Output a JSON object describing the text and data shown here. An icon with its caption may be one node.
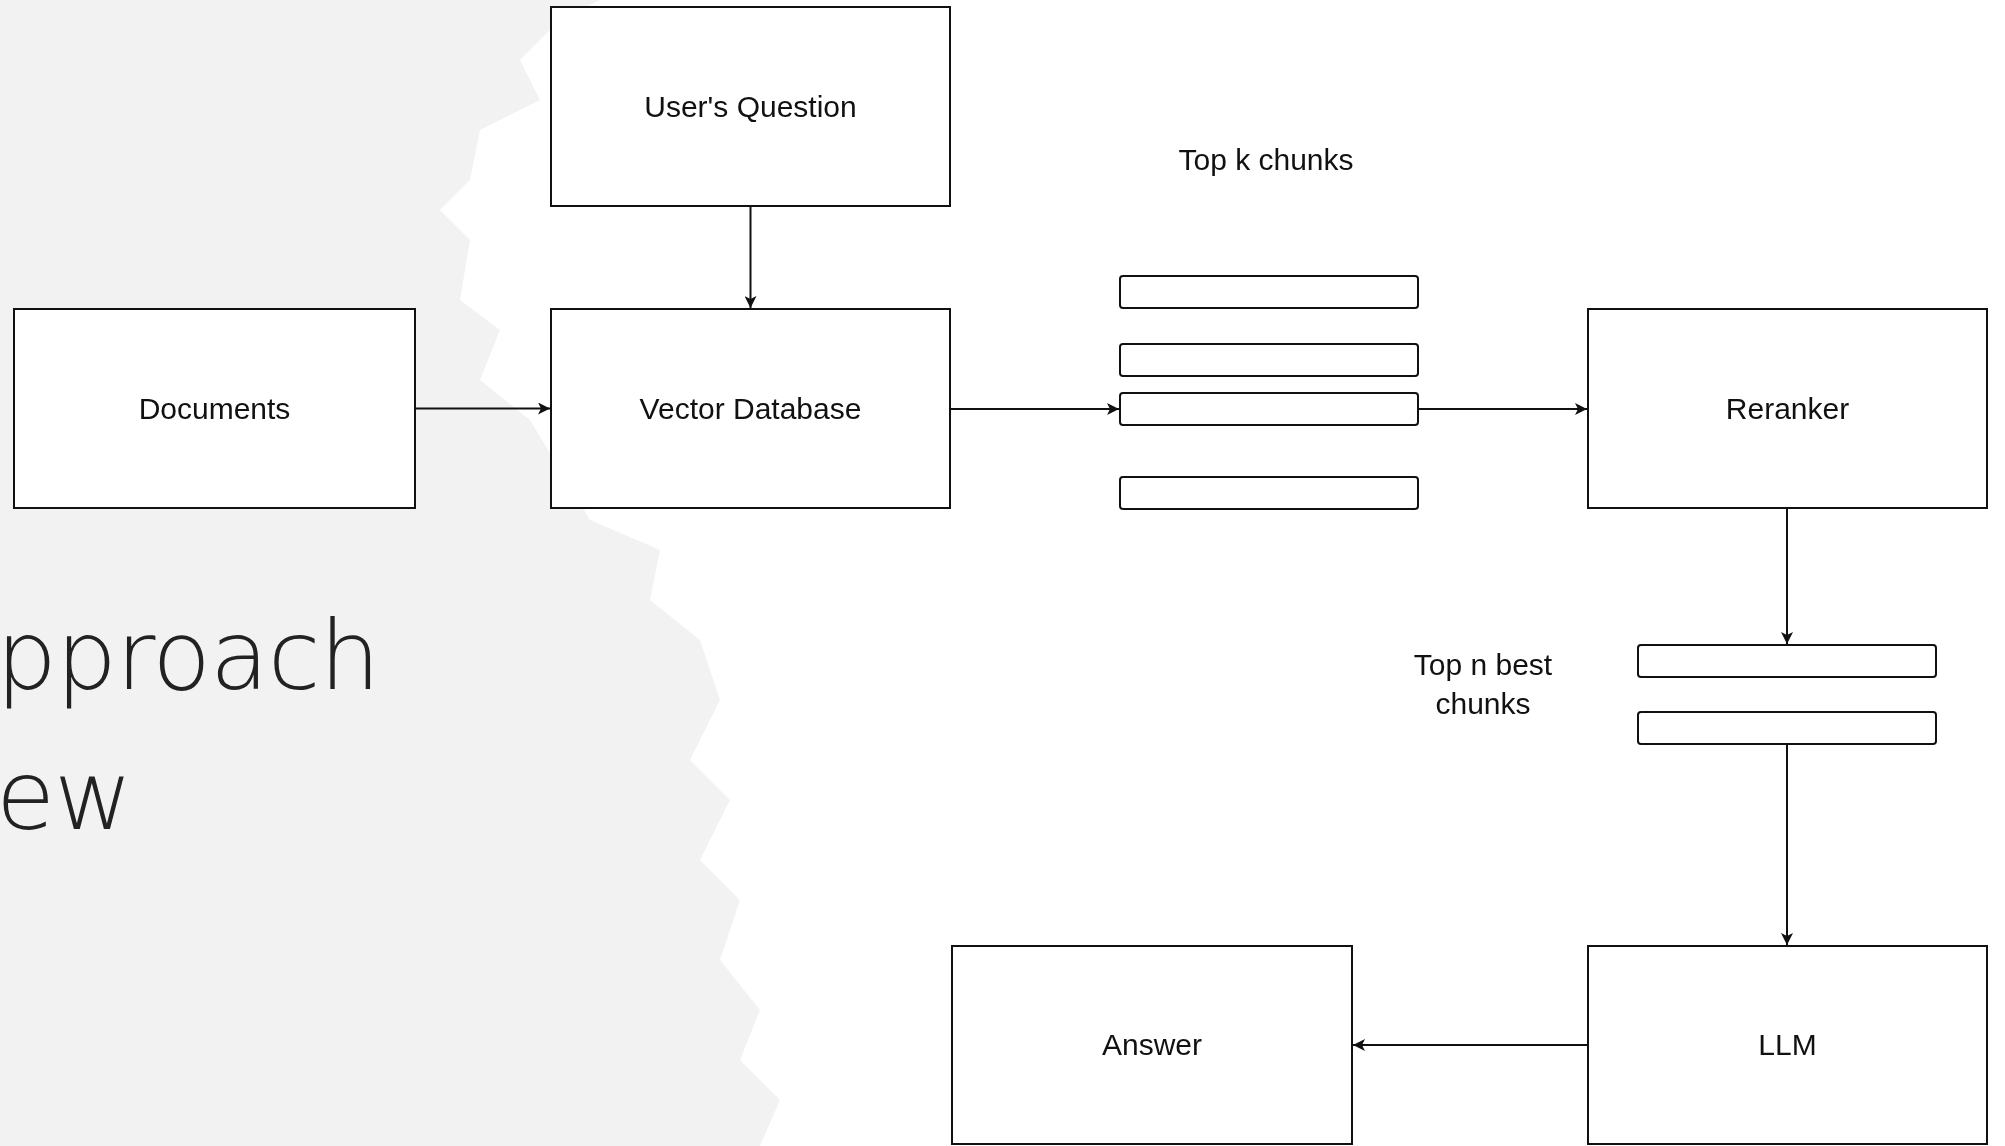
{
  "diagram": {
    "nodes": [
      {
        "text": [
          "User's Question"
        ]
      },
      {
        "text": [
          "Documents"
        ]
      },
      {
        "text": [
          "Vector Database"
        ]
      },
      {
        "text": [],
        "shape": "bar"
      },
      {
        "text": [],
        "shape": "bar"
      },
      {
        "text": [],
        "shape": "bar"
      },
      {
        "text": [],
        "shape": "bar"
      },
      {
        "text": [
          "Reranker"
        ]
      },
      {
        "text": [],
        "shape": "bar"
      },
      {
        "text": [],
        "shape": "bar"
      },
      {
        "text": [
          "Answer"
        ]
      },
      {
        "text": [
          "LLM"
        ]
      }
    ],
    "edges": [
      {
        "from": 0,
        "to": 2,
        "arrow": "to"
      },
      {
        "from": 1,
        "to": 2,
        "arrow": "to"
      },
      {
        "from": 2,
        "to": 5,
        "arrow": "to"
      },
      {
        "from": 5,
        "to": 7,
        "arrow": "to"
      },
      {
        "from": 7,
        "to": 8,
        "arrow": "to"
      },
      {
        "from": 9,
        "to": 11,
        "arrow": "to"
      },
      {
        "from": 11,
        "to": 10,
        "arrow": "to"
      }
    ],
    "labels": [
      "Top k chunks",
      "Top n best chunks",
      "pproach",
      "ew"
    ]
  }
}
